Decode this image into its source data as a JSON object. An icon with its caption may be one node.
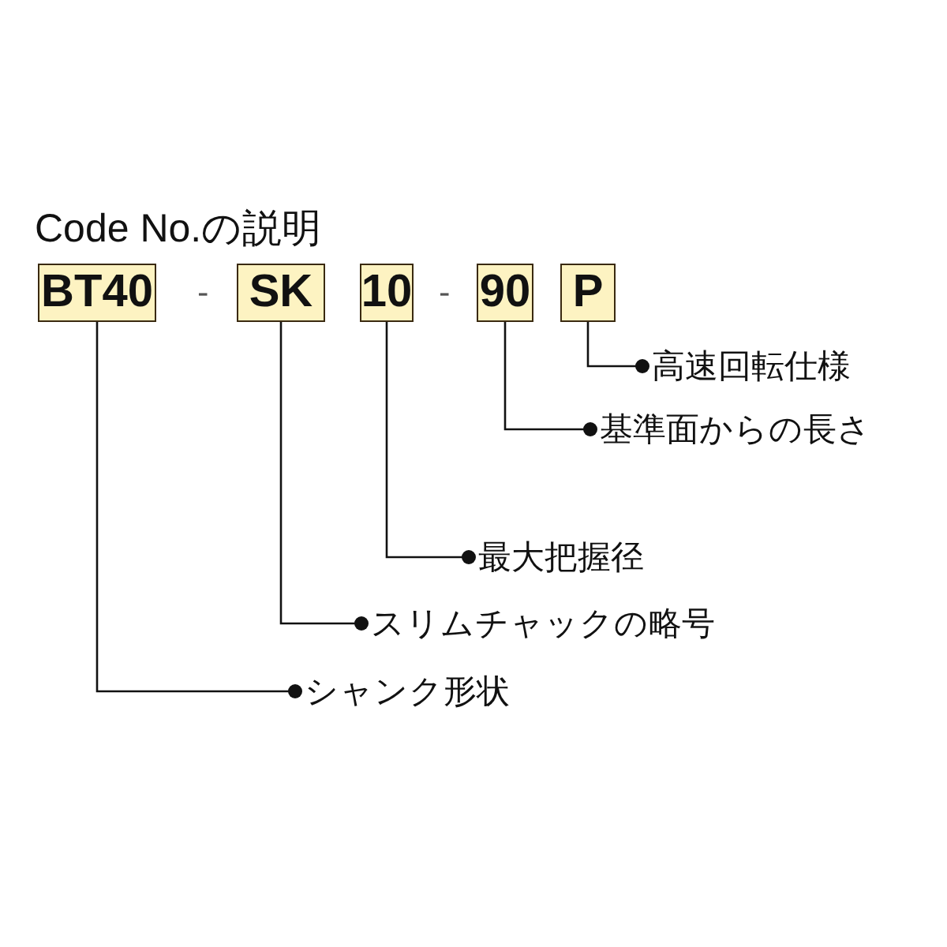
{
  "diagram": {
    "title": "Code No.の説明",
    "nodes": [
      {
        "text": [
          "BT40"
        ]
      },
      {
        "text": [
          "SK"
        ]
      },
      {
        "text": [
          "10"
        ]
      },
      {
        "text": [
          "90"
        ]
      },
      {
        "text": [
          "P"
        ]
      },
      {
        "text": [
          "高速回転仕様"
        ]
      },
      {
        "text": [
          "基準面からの長さ"
        ]
      },
      {
        "text": [
          "最大把握径"
        ]
      },
      {
        "text": [
          "スリムチャックの略号"
        ]
      },
      {
        "text": [
          "シャンク形状"
        ]
      }
    ],
    "edges": [
      {
        "from": 4,
        "to": 5,
        "arrow": "other"
      },
      {
        "from": 3,
        "to": 6,
        "arrow": "other"
      },
      {
        "from": 2,
        "to": 7,
        "arrow": "other"
      },
      {
        "from": 1,
        "to": 8,
        "arrow": "other"
      },
      {
        "from": 0,
        "to": 9,
        "arrow": "other"
      }
    ],
    "labels": [
      "-",
      "-"
    ]
  }
}
